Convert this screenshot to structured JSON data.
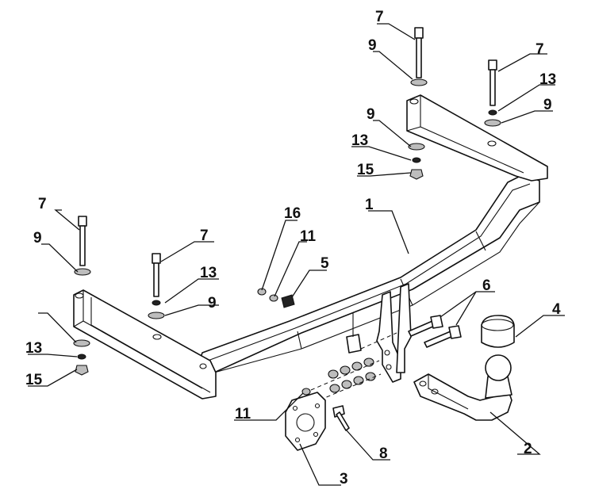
{
  "callouts": {
    "c1": "1",
    "c2": "2",
    "c3": "3",
    "c4": "4",
    "c5": "5",
    "c6": "6",
    "c7a": "7",
    "c7b": "7",
    "c7c": "7",
    "c7d": "7",
    "c8": "8",
    "c9a": "9",
    "c9b": "9",
    "c9c": "9",
    "c9d": "9",
    "c9e": "9",
    "c11a": "11",
    "c11b": "11",
    "c13a": "13",
    "c13b": "13",
    "c13c": "13",
    "c13d": "13",
    "c15a": "15",
    "c15b": "15",
    "c16": "16"
  }
}
